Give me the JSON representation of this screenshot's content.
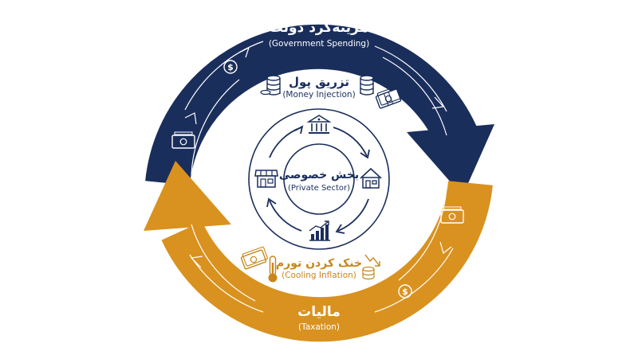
{
  "colors": {
    "navy": "#1a2e5c",
    "gold": "#d9921f",
    "white": "#ffffff",
    "text_dark": "#1a2e5c",
    "text_gold": "#c8861a"
  },
  "top_arc": {
    "title_fa": "هزینه‌کرد دولت",
    "title_en": "(Government Spending)",
    "icons": [
      "dollar-coin-icon",
      "banknote-icon"
    ]
  },
  "bottom_arc": {
    "title_fa": "مالیات",
    "title_en": "(Taxation)",
    "icons": [
      "dollar-coin-icon",
      "banknote-icon"
    ]
  },
  "money_injection": {
    "title_fa": "تزریق پول",
    "title_en": "(Money Injection)",
    "icons": [
      "coin-stack-icon",
      "coin-stack-icon",
      "cash-bundle-icon"
    ]
  },
  "cooling_inflation": {
    "title_fa": "خنک کردن تورم",
    "title_en": "(Cooling Inflation)",
    "icons": [
      "cash-bundle-icon",
      "thermometer-icon",
      "trend-down-coins-icon"
    ]
  },
  "private_sector": {
    "title_fa": "بخش خصوصی",
    "title_en": "(Private Sector)",
    "icons": [
      "bank-icon",
      "house-icon",
      "rising-chart-icon",
      "storefront-icon"
    ]
  }
}
